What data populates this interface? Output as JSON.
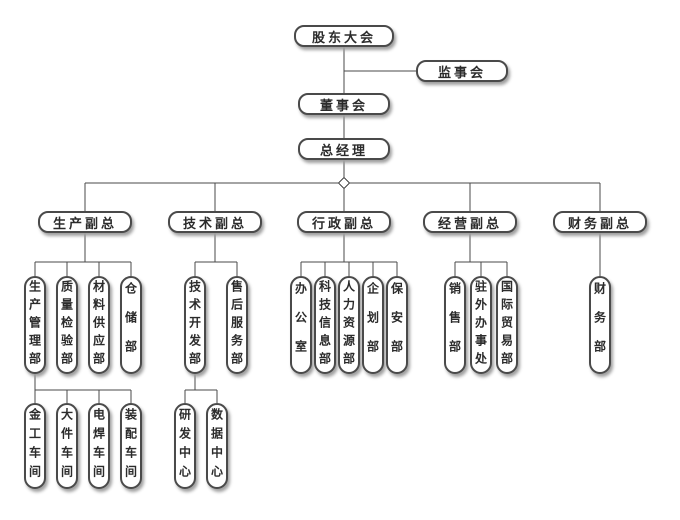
{
  "org": {
    "root": {
      "label": "股东大会"
    },
    "supervisory": {
      "label": "监事会"
    },
    "board": {
      "label": "董事会"
    },
    "gm": {
      "label": "总经理"
    },
    "branches": [
      {
        "label": "生产副总",
        "departments": [
          {
            "label": "生产管理部",
            "children": [
              "金工车间",
              "大件车间",
              "电焊车间",
              "装配车间"
            ]
          },
          {
            "label": "质量检验部"
          },
          {
            "label": "材料供应部"
          },
          {
            "label": "仓储部"
          }
        ]
      },
      {
        "label": "技术副总",
        "departments": [
          {
            "label": "技术开发部",
            "children": [
              "研发中心",
              "数据中心"
            ]
          },
          {
            "label": "售后服务部"
          }
        ]
      },
      {
        "label": "行政副总",
        "departments": [
          {
            "label": "办公室"
          },
          {
            "label": "科技信息部"
          },
          {
            "label": "人力资源部"
          },
          {
            "label": "企划部"
          },
          {
            "label": "保安部"
          }
        ]
      },
      {
        "label": "经营副总",
        "departments": [
          {
            "label": "销售部"
          },
          {
            "label": "驻外办事处"
          },
          {
            "label": "国际贸易部"
          }
        ]
      },
      {
        "label": "财务副总",
        "departments": [
          {
            "label": "财务部"
          }
        ]
      }
    ]
  },
  "colors": {
    "node_border": "#4a4a4a",
    "node_fill": "#ffffff",
    "node_shadow": "#9f9f9f",
    "connector": "#4a4a4a",
    "text": "#2b2b2b"
  }
}
